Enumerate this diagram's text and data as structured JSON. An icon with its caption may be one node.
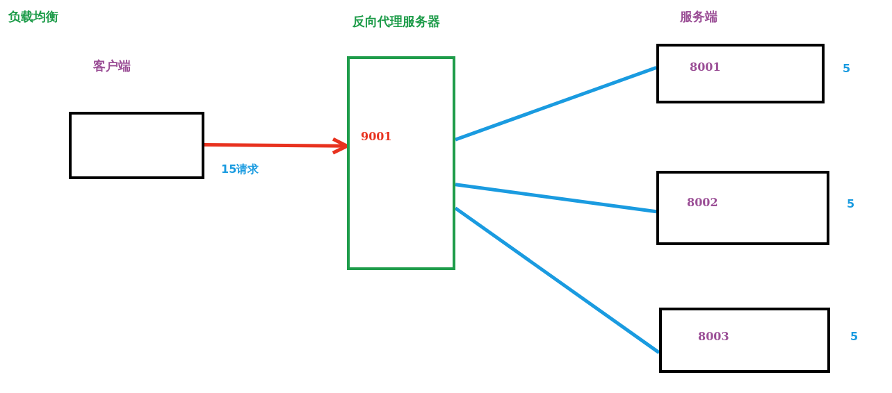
{
  "diagram": {
    "nodes": [
      {
        "text": [
          "客户端"
        ]
      },
      {
        "text": [
          "反向代理服务器",
          "9001"
        ]
      },
      {
        "text": [
          "8001"
        ],
        "beside": [
          "5"
        ]
      },
      {
        "text": [
          "8002"
        ],
        "beside": [
          "5"
        ]
      },
      {
        "text": [
          "8003"
        ],
        "beside": [
          "5"
        ]
      }
    ],
    "edges": [
      {
        "from": 0,
        "to": 1,
        "arrow": "to",
        "label": "15请求",
        "color": "#e8321f"
      },
      {
        "from": 1,
        "to": 2,
        "arrow": "none",
        "color": "#1a9be0"
      },
      {
        "from": 1,
        "to": 3,
        "arrow": "none",
        "color": "#1a9be0"
      },
      {
        "from": 1,
        "to": 4,
        "arrow": "none",
        "color": "#1a9be0"
      }
    ],
    "labels": [
      "负载均衡",
      "服务端"
    ]
  }
}
